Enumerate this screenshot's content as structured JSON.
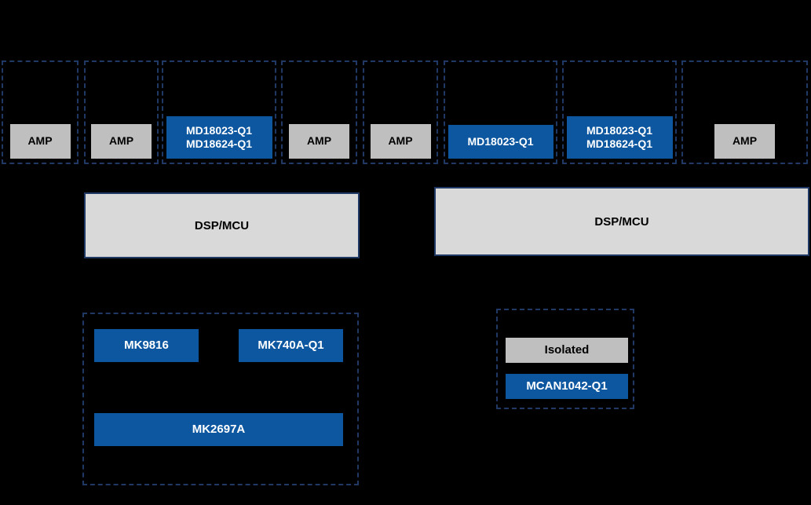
{
  "colors": {
    "background": "#000000",
    "dashed_border": "#203864",
    "solid_border": "#203864",
    "blue": "#0d57a0",
    "amp_gray": "#bfbfbf",
    "dsp_gray": "#d9d9d9",
    "text_on_blue": "#ffffff",
    "text_on_gray": "#000000"
  },
  "row1": {
    "groups": [
      {
        "type": "amp",
        "label": "AMP"
      },
      {
        "type": "amp",
        "label": "AMP"
      },
      {
        "type": "part2",
        "lines": [
          "MD18023-Q1",
          "MD18624-Q1"
        ]
      },
      {
        "type": "amp",
        "label": "AMP"
      },
      {
        "type": "amp",
        "label": "AMP"
      },
      {
        "type": "part1",
        "label": "MD18023-Q1"
      },
      {
        "type": "part2",
        "lines": [
          "MD18023-Q1",
          "MD18624-Q1"
        ]
      },
      {
        "type": "amp",
        "label": "AMP"
      }
    ]
  },
  "processors": {
    "left": {
      "label": "DSP/MCU"
    },
    "right": {
      "label": "DSP/MCU"
    }
  },
  "lower_left": {
    "part1": "MK9816",
    "part2": "MK740A-Q1",
    "part3": "MK2697A"
  },
  "lower_right": {
    "isolated": "Isolated",
    "part": "MCAN1042-Q1"
  }
}
